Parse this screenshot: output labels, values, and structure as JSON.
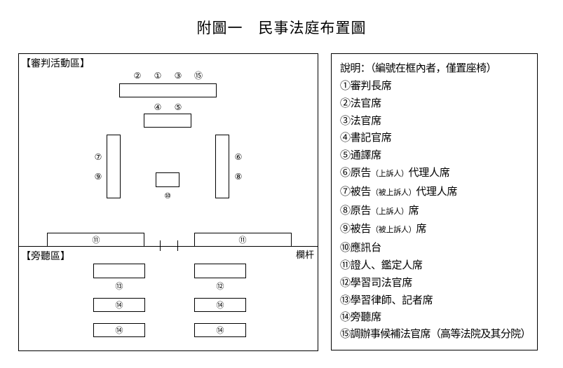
{
  "page": {
    "title": "附圖一　民事法庭布置圖"
  },
  "diagram": {
    "trial_zone_label": "【審判活動區】",
    "gallery_zone_label": "【旁聽區】",
    "railing_label": "欄杆",
    "bench_numbers": [
      "②",
      "①",
      "③",
      "⑮"
    ],
    "clerk_numbers": [
      "④",
      "⑤"
    ],
    "left_side_numbers": [
      "⑦",
      "⑨"
    ],
    "right_side_numbers": [
      "⑥",
      "⑧"
    ],
    "witness_number": "⑩",
    "witness_row_numbers": [
      "⑪",
      "⑪"
    ],
    "gallery_row1_numbers": [
      "⑬",
      "⑫"
    ],
    "gallery_row2_numbers": [
      "⑭",
      "⑭"
    ],
    "gallery_row3_numbers": [
      "⑭",
      "⑭"
    ]
  },
  "legend": {
    "heading": "說明：（編號在框內者，僅置座椅）",
    "items": [
      {
        "num": "①",
        "text": "審判長席"
      },
      {
        "num": "②",
        "text": "法官席"
      },
      {
        "num": "③",
        "text": "法官席"
      },
      {
        "num": "④",
        "text": "書記官席"
      },
      {
        "num": "⑤",
        "text": "通譯席"
      },
      {
        "num": "⑥",
        "pre": "原告",
        "small": "（上訴人）",
        "post": "代理人席"
      },
      {
        "num": "⑦",
        "pre": "被告",
        "small": "（被上訴人）",
        "post": "代理人席"
      },
      {
        "num": "⑧",
        "pre": "原告",
        "small": "（上訴人）",
        "post": "席"
      },
      {
        "num": "⑨",
        "pre": "被告",
        "small": "（被上訴人）",
        "post": "席"
      },
      {
        "num": "⑩",
        "text": "應訊台"
      },
      {
        "num": "⑪",
        "text": "證人、鑑定人席"
      },
      {
        "num": "⑫",
        "text": "學習司法官席"
      },
      {
        "num": "⑬",
        "text": "學習律師、記者席"
      },
      {
        "num": "⑭",
        "text": "旁聽席"
      },
      {
        "num": "⑮",
        "text": "調辦事候補法官席（高等法院及其分院）"
      }
    ]
  }
}
